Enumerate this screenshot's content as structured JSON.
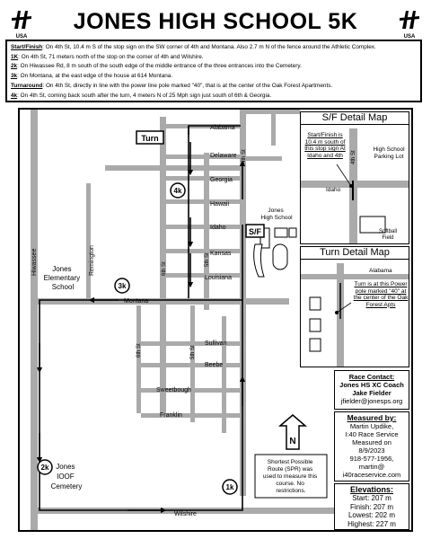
{
  "header": {
    "title": "JONES HIGH SCHOOL 5K",
    "logo_text": "USA"
  },
  "description": [
    {
      "key": "Start/Finish",
      "text": ": On 4th St, 10.4 m S of the stop sign on the SW corner of 4th and Montana.  Also 2.7 m N of the fence around the Athletic Complex."
    },
    {
      "key": "1K",
      "text": ": On 4th St, 71 meters north of the stop on the corner of 4th and Wilshire."
    },
    {
      "key": "2k",
      "text": ": On Hiwassee Rd, 8 m south of the south edge of the middle entrance of the three entrances into the Cemetery."
    },
    {
      "key": "3k",
      "text": ": On Montana, at the east edge of the house at 614 Montana."
    },
    {
      "key": "Turnaround",
      "text": ": On 4th St, directly in line with the power line pole marked \"40\", that is at the center of the Oak Forest Apartments."
    },
    {
      "key": "4k",
      "text": ": On 4th St, coming back south after the turn, 4 meters N of 25 Mph sign just south of 6th & Georgia."
    }
  ],
  "map": {
    "streets": {
      "alabama": "Alabama",
      "delaware": "Delaware",
      "georgia": "Georgia",
      "hawaii": "Hawaii",
      "idaho": "Idaho",
      "kansas": "Kansas",
      "louisiana": "Louisiana",
      "montana": "Montana",
      "sullivan": "Sullivan",
      "beebe": "Beebe",
      "sweetbough": "Sweetbough",
      "franklin": "Franklin",
      "wilshire": "Wilshire",
      "hiwassee": "Hiwassee",
      "remington": "Remington",
      "st4": "4th St",
      "st5": "5th St",
      "st6": "6th St"
    },
    "places": {
      "jones_hs": "Jones\nHigh School",
      "jones_elem": "Jones\nElementary\nSchool",
      "cemetery": "Jones\nIOOF\nCemetery"
    },
    "markers": {
      "turn": "Turn",
      "sf": "S/F",
      "k1": "1k",
      "k2": "2k",
      "k3": "3k",
      "k4": "4k"
    },
    "north": "N",
    "spr_note": "Shortest Possible Route (SPR) was used to measure this course.  No restrictions."
  },
  "sf_detail": {
    "title": "S/F Detail Map",
    "callout": "Start/Finish is 10.4 m south of this stop sign At Idaho and 4th",
    "parking": "High School Parking Lot",
    "idaho": "Idaho",
    "st4": "4th St",
    "softball": "Softball Field"
  },
  "turn_detail": {
    "title": "Turn Detail Map",
    "alabama": "Alabama",
    "callout": "Turn is at this Power pole marked \"40\" at the center of the Oak Forest Apts"
  },
  "contact": {
    "title": "Race Contact:",
    "line1": "Jones HS XC Coach",
    "line2": "Jake Fielder",
    "email": "jfielder@jonesps.org"
  },
  "measured": {
    "title": "Measured by:",
    "lines": [
      "Martin Updike,",
      "I:40 Race Service",
      "Measured on",
      "8/9/2023",
      "918-577-1956,",
      "martin@",
      "i40raceservice.com"
    ]
  },
  "elevations": {
    "title": "Elevations:",
    "start": "Start: 207 m",
    "finish": "Finish: 207 m",
    "lowest": "Lowest: 202 m",
    "highest": "Highest: 227 m"
  }
}
